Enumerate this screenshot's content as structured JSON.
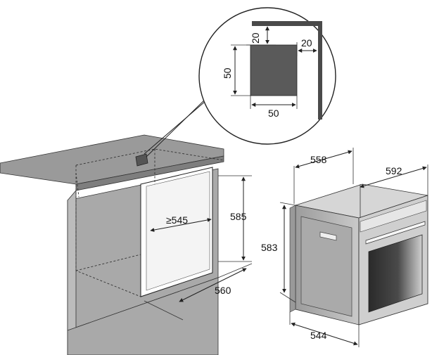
{
  "dimensions": {
    "detail_top_gap": "20",
    "detail_side_gap": "20",
    "detail_height": "50",
    "detail_width": "50",
    "cavity_depth": "≥545",
    "cavity_height": "585",
    "cavity_width": "560",
    "oven_depth": "558",
    "oven_width": "592",
    "oven_height": "583",
    "oven_body_depth": "544"
  },
  "colors": {
    "cabinet_fill": "#a9a9a9",
    "worktop_fill": "#9a9a9a",
    "vent_fill": "#555555",
    "oven_body": "#b8b8b8",
    "oven_window": "#3a3a3a",
    "line": "#222222"
  }
}
